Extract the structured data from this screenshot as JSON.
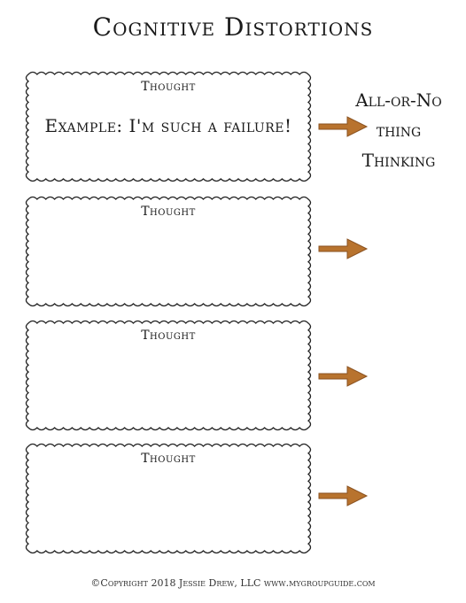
{
  "title": "Cognitive Distortions",
  "rows": [
    {
      "thought_label": "Thought",
      "example": "Example: I'm such a failure!",
      "distortion": "All-or-No thing Thinking"
    },
    {
      "thought_label": "Thought",
      "example": "",
      "distortion": ""
    },
    {
      "thought_label": "Thought",
      "example": "",
      "distortion": ""
    },
    {
      "thought_label": "Thought",
      "example": "",
      "distortion": ""
    }
  ],
  "footer": "©Copyright 2018 Jessie Drew, LLC   www.mygroupguide.com",
  "colors": {
    "arrow": "#b8732e",
    "arrow_dark": "#8a5220",
    "outline": "#222222"
  },
  "icons": {
    "arrow": "right-arrow-icon",
    "frame": "scalloped-frame"
  }
}
